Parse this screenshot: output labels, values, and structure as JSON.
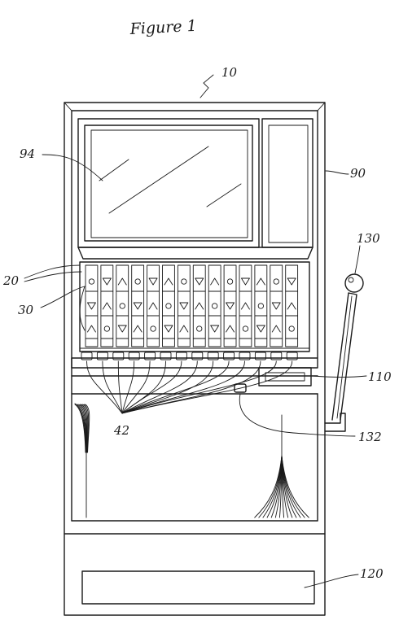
{
  "figure": {
    "caption": "Figure 1",
    "references": {
      "r10": "10",
      "r94": "94",
      "r90": "90",
      "r20": "20",
      "r30": "30",
      "r130": "130",
      "r110": "110",
      "r42": "42",
      "r132": "132",
      "r120": "120"
    },
    "reel_count": 14,
    "button_count": 14
  }
}
